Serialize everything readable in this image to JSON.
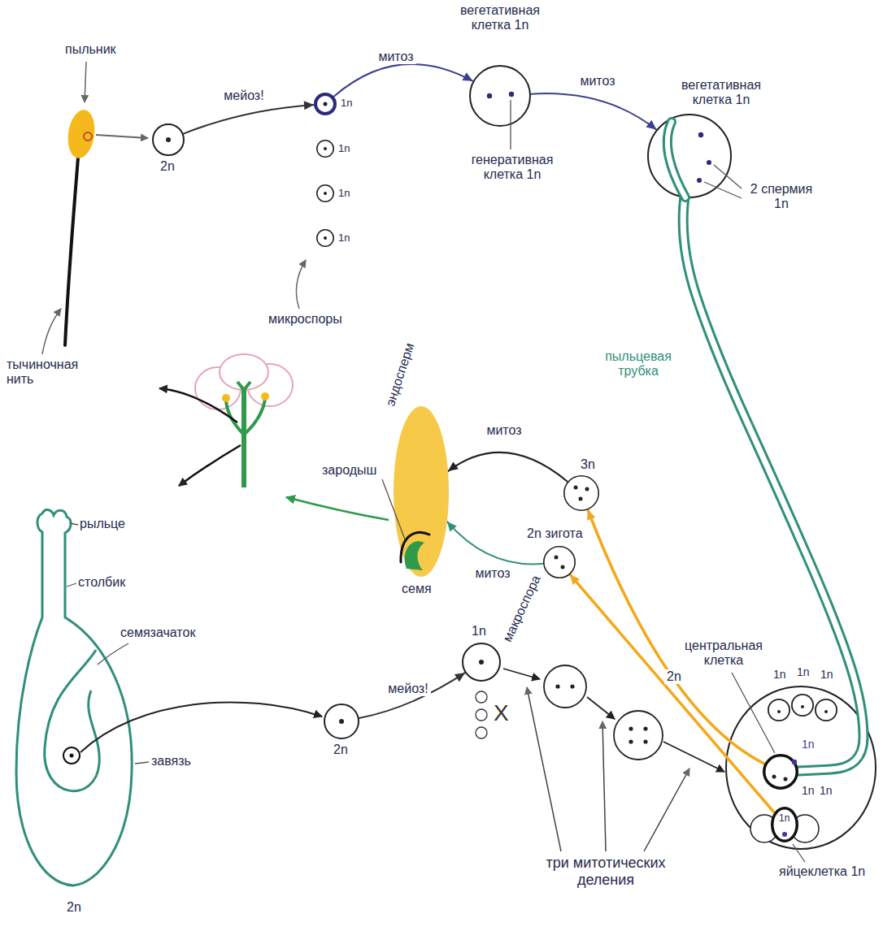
{
  "diagram": {
    "nodes": [
      {
        "text": [
          "2n"
        ]
      },
      {
        "text": [
          "1n"
        ]
      },
      {
        "text": [
          "1n"
        ]
      },
      {
        "text": [
          "1n"
        ]
      },
      {
        "text": [
          "1n"
        ]
      },
      {
        "text": [
          "вегетативная клетка 1n",
          "генеративная клетка 1n"
        ]
      },
      {
        "text": [
          "вегетативная клетка 1n",
          "2 спермия 1n"
        ]
      },
      {
        "text": [
          "эндосперм",
          "зародыш",
          "семя"
        ]
      },
      {
        "text": [
          "3n"
        ]
      },
      {
        "text": [
          "2n зигота"
        ]
      },
      {
        "text": [
          "2n"
        ]
      },
      {
        "text": [
          "1n",
          "макроспора"
        ]
      },
      {
        "text": [
          "1n"
        ]
      },
      {
        "text": [
          "1n"
        ]
      },
      {
        "text": [
          "1n"
        ]
      },
      {
        "text": [
          "центральная клетка",
          "1n",
          "1n",
          "1n"
        ]
      },
      {
        "text": [
          "1n",
          "яйцеклетка 1n"
        ]
      }
    ],
    "edges": [
      {
        "from": 0,
        "to": 1,
        "arrow": "to",
        "label": "мейоз!"
      },
      {
        "from": 1,
        "to": 5,
        "arrow": "to",
        "label": "митоз"
      },
      {
        "from": 5,
        "to": 6,
        "arrow": "to",
        "label": "митоз"
      },
      {
        "from": 6,
        "to": 15,
        "arrow": "none",
        "label": "пыльцевая трубка"
      },
      {
        "from": 8,
        "to": 7,
        "arrow": "to",
        "label": "митоз"
      },
      {
        "from": 9,
        "to": 7,
        "arrow": "to",
        "label": "митоз"
      },
      {
        "from": 15,
        "to": 8,
        "arrow": "to",
        "label": "2n"
      },
      {
        "from": 16,
        "to": 9,
        "arrow": "to"
      },
      {
        "from": 10,
        "to": 11,
        "arrow": "to",
        "label": "мейоз!"
      }
    ],
    "labels": [
      "пыльник",
      "тычиночная нить",
      "микроспоры",
      "рыльце",
      "столбик",
      "семязачаток",
      "завязь",
      "2n",
      "X",
      "три митотических деления"
    ]
  }
}
